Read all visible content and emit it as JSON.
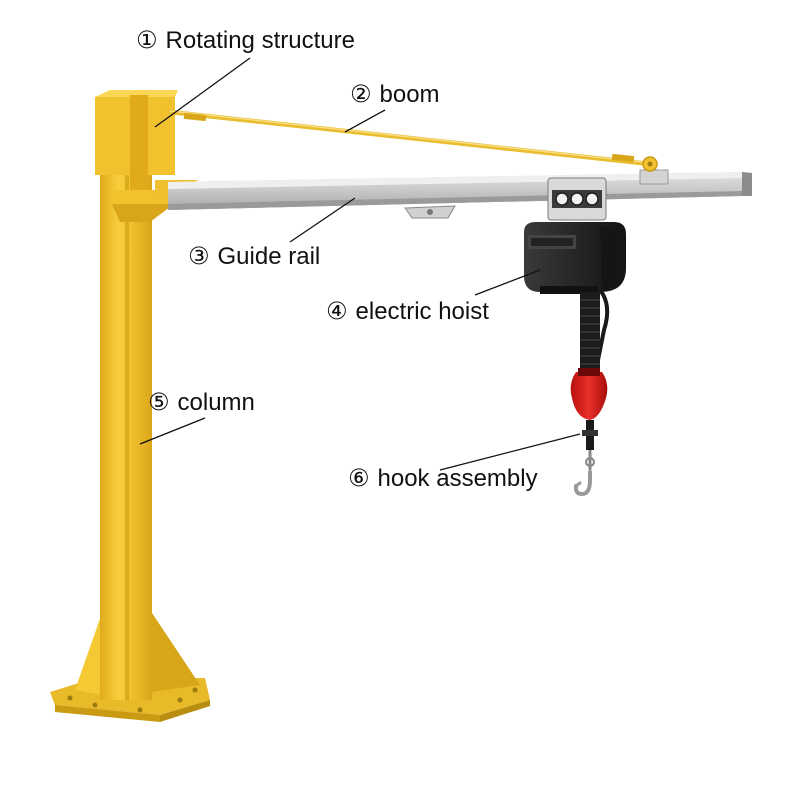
{
  "labels": [
    {
      "id": "rotating-structure",
      "number": "①",
      "text": "Rotating structure"
    },
    {
      "id": "boom",
      "number": "②",
      "text": "boom"
    },
    {
      "id": "guide-rail",
      "number": "③",
      "text": "Guide rail"
    },
    {
      "id": "electric-hoist",
      "number": "④",
      "text": "electric hoist"
    },
    {
      "id": "column",
      "number": "⑤",
      "text": "column"
    },
    {
      "id": "hook-assembly",
      "number": "⑥",
      "text": "hook assembly"
    }
  ],
  "colors": {
    "column": "#f2c12e",
    "column_shade": "#d9a61a",
    "column_light": "#fad655",
    "rail": "#c9c9c9",
    "rail_dark": "#a4a4a4",
    "rod": "#e8be30",
    "hoist_body": "#2c2c2c",
    "hoist_dark": "#1a1a1a",
    "hoist_red": "#d21a1a",
    "leader_line": "#111111"
  }
}
